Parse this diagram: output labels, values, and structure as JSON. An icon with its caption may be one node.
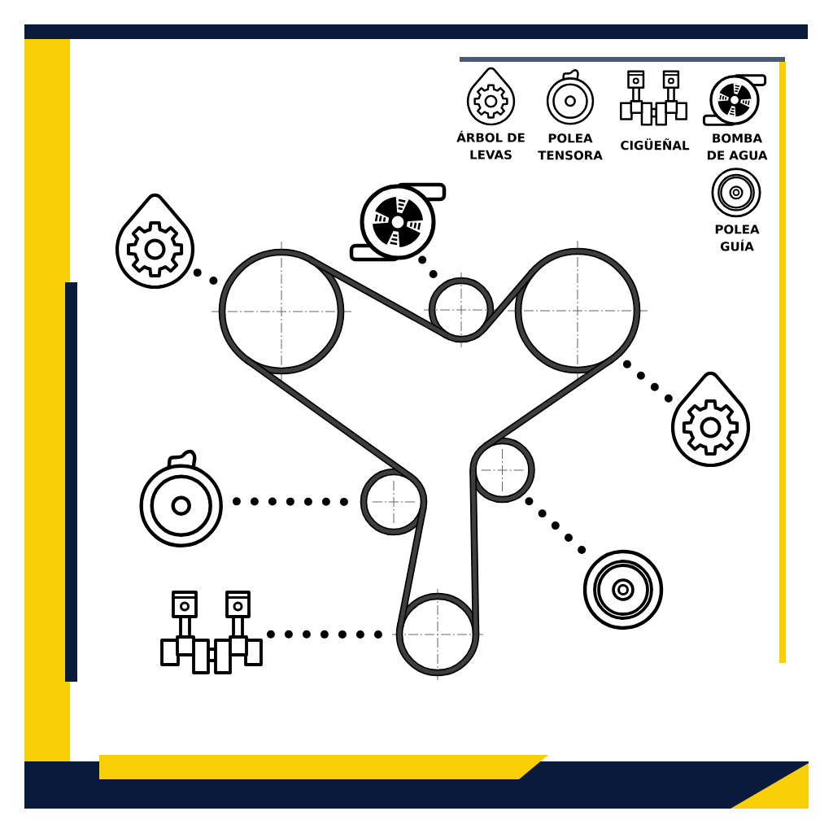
{
  "diagram": {
    "nodes": [
      {
        "text": [],
        "shape": "picture"
      },
      {
        "text": [],
        "shape": "picture"
      },
      {
        "text": [],
        "shape": "circle"
      },
      {
        "text": [],
        "shape": "circle"
      },
      {
        "text": [],
        "shape": "circle"
      },
      {
        "text": [],
        "shape": "picture"
      },
      {
        "text": [],
        "shape": "circle"
      },
      {
        "text": [],
        "shape": "picture"
      },
      {
        "text": [],
        "shape": "circle"
      },
      {
        "text": [],
        "shape": "picture"
      },
      {
        "text": [],
        "shape": "picture"
      },
      {
        "text": [],
        "shape": "circle"
      }
    ],
    "edges": [
      {
        "from": 0,
        "to": 2,
        "arrow": "none",
        "style": "dashed"
      },
      {
        "from": 1,
        "to": 3,
        "arrow": "none",
        "style": "dashed"
      },
      {
        "from": 5,
        "to": 4,
        "arrow": "none",
        "style": "dashed"
      },
      {
        "from": 7,
        "to": 8,
        "arrow": "none",
        "style": "dashed"
      },
      {
        "from": 9,
        "to": 6,
        "arrow": "none",
        "style": "dashed"
      },
      {
        "from": 10,
        "to": 11,
        "arrow": "none",
        "style": "dashed"
      },
      {
        "from": 2,
        "to": 3,
        "arrow": "none"
      },
      {
        "from": 3,
        "to": 4,
        "arrow": "none"
      },
      {
        "from": 4,
        "to": 6,
        "arrow": "none"
      },
      {
        "from": 6,
        "to": 11,
        "arrow": "none"
      },
      {
        "from": 11,
        "to": 8,
        "arrow": "none"
      },
      {
        "from": 8,
        "to": 2,
        "arrow": "none"
      }
    ],
    "legend": [
      {
        "text": "ÁRBOL DE LEVAS"
      },
      {
        "text": "POLEA TENSORA"
      },
      {
        "text": "CIGÜEÑAL"
      },
      {
        "text": "BOMBA DE AGUA"
      },
      {
        "text": "POLEA GUÍA"
      }
    ]
  }
}
